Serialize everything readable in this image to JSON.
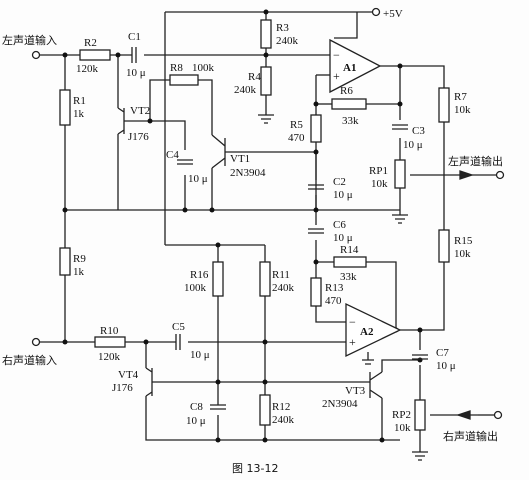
{
  "io": {
    "left_in": "左声道输入",
    "right_in": "右声道输入",
    "left_out": "左声道输出",
    "right_out": "右声道输出",
    "supply": "+5V"
  },
  "caption": "图 13-12",
  "opamps": [
    {
      "id": "A1"
    },
    {
      "id": "A2"
    }
  ],
  "components": {
    "R1": {
      "ref": "R1",
      "value": "1k"
    },
    "R2": {
      "ref": "R2",
      "value": "120k"
    },
    "R3": {
      "ref": "R3",
      "value": "240k"
    },
    "R4": {
      "ref": "R4",
      "value": "240k"
    },
    "R5": {
      "ref": "R5",
      "value": "470"
    },
    "R6": {
      "ref": "R6",
      "value": "33k"
    },
    "R7": {
      "ref": "R7",
      "value": "10k"
    },
    "R8": {
      "ref": "R8",
      "value": "100k"
    },
    "R9": {
      "ref": "R9",
      "value": "1k"
    },
    "R10": {
      "ref": "R10",
      "value": "120k"
    },
    "R11": {
      "ref": "R11",
      "value": "240k"
    },
    "R12": {
      "ref": "R12",
      "value": "240k"
    },
    "R13": {
      "ref": "R13",
      "value": "470"
    },
    "R14": {
      "ref": "R14",
      "value": "33k"
    },
    "R15": {
      "ref": "R15",
      "value": "10k"
    },
    "R16": {
      "ref": "R16",
      "value": "100k"
    },
    "RP1": {
      "ref": "RP1",
      "value": "10k"
    },
    "RP2": {
      "ref": "RP2",
      "value": "10k"
    },
    "C1": {
      "ref": "C1",
      "value": "10 μ"
    },
    "C2": {
      "ref": "C2",
      "value": "10 μ"
    },
    "C3": {
      "ref": "C3",
      "value": "10 μ"
    },
    "C4": {
      "ref": "C4",
      "value": "10 μ"
    },
    "C5": {
      "ref": "C5",
      "value": "10 μ"
    },
    "C6": {
      "ref": "C6",
      "value": "10 μ"
    },
    "C7": {
      "ref": "C7",
      "value": "10 μ"
    },
    "C8": {
      "ref": "C8",
      "value": "10 μ"
    },
    "VT1": {
      "ref": "VT1",
      "value": "2N3904"
    },
    "VT2": {
      "ref": "VT2",
      "value": "J176"
    },
    "VT3": {
      "ref": "VT3",
      "value": "2N3904"
    },
    "VT4": {
      "ref": "VT4",
      "value": "J176"
    }
  }
}
